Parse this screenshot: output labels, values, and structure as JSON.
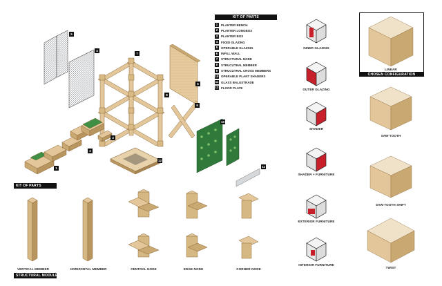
{
  "legend": {
    "title": "KIT OF PARTS",
    "items": [
      {
        "n": "1",
        "label": "PLANTER BENCH"
      },
      {
        "n": "2",
        "label": "PLANTER LONGBOX"
      },
      {
        "n": "3",
        "label": "PLANTER BOX"
      },
      {
        "n": "4",
        "label": "FIXED GLAZING"
      },
      {
        "n": "5",
        "label": "OPERABLE GLAZING"
      },
      {
        "n": "6",
        "label": "INFILL WALL"
      },
      {
        "n": "7",
        "label": "STRUCTURAL NODE"
      },
      {
        "n": "8",
        "label": "STRUCUTRAL MEMBER"
      },
      {
        "n": "9",
        "label": "STRUCUTRAL CROSS MEMBERS"
      },
      {
        "n": "10",
        "label": "OPERABLE PLANT SHADERS"
      },
      {
        "n": "11",
        "label": "GLASS BALUSTRADE"
      },
      {
        "n": "12",
        "label": "FLOOR PLATE"
      }
    ]
  },
  "kit_tag": "KIT OF PARTS",
  "modules_tag": "STRUCTURAL MODULES",
  "modules": [
    {
      "label": "VERTICAL MEMBER"
    },
    {
      "label": "HORIZONTAL MEMBER"
    },
    {
      "label": "CENTRAL NODE"
    },
    {
      "label": "EDGE NODE"
    },
    {
      "label": "CORNER NODE"
    }
  ],
  "layers": [
    {
      "label": "INNER GLAZING"
    },
    {
      "label": "OUTER GLAZING"
    },
    {
      "label": "SHADER"
    },
    {
      "label": "SHADER + FURNITURE"
    },
    {
      "label": "EXTERIOR FURNITURE"
    },
    {
      "label": "INTERIOR FURNITURE"
    }
  ],
  "configs": [
    {
      "label": "LINEAR"
    },
    {
      "label": "SAW-TOOTH"
    },
    {
      "label": "SAW-TOOTH SHIFT"
    },
    {
      "label": "TWIST"
    }
  ],
  "chosen_title": "CHOSEN CONFIGURATION",
  "colors": {
    "wood": "#e3c79a",
    "wood_dark": "#b8955f",
    "green": "#2f7a3a",
    "red": "#c8202a",
    "ink": "#111111",
    "glass": "#cfd3d6"
  }
}
